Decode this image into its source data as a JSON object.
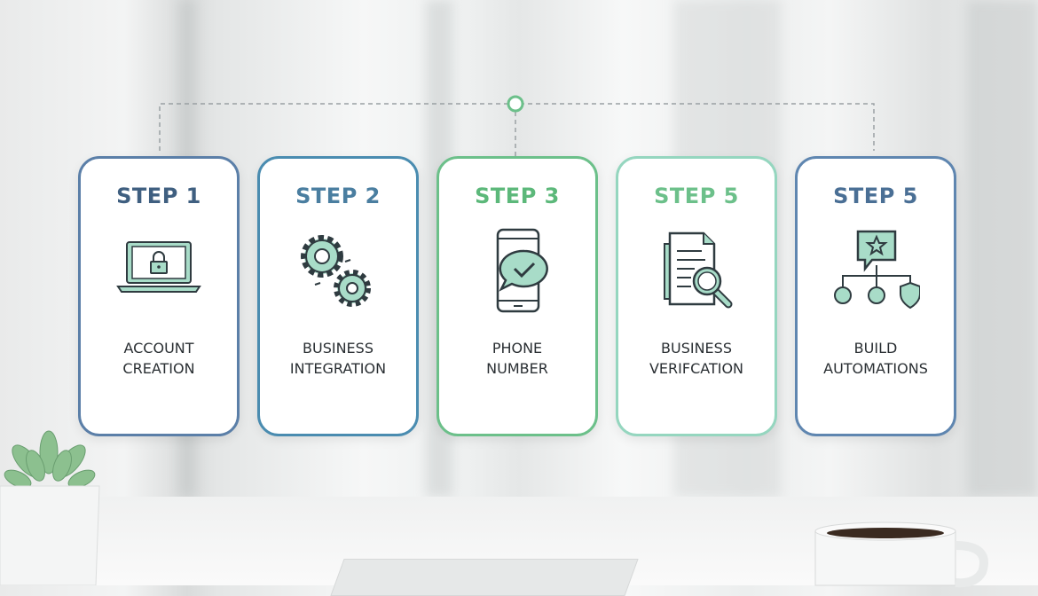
{
  "colors": {
    "teal_fill": "#a8dcc8",
    "icon_stroke": "#2f3b40"
  },
  "steps": [
    {
      "title": "STEP 1",
      "label_line1": "ACCOUNT",
      "label_line2": "CREATION",
      "icon": "laptop-lock-icon",
      "border": "#5b7fa8",
      "title_color": "#3f5f80"
    },
    {
      "title": "STEP 2",
      "label_line1": "BUSINESS",
      "label_line2": "INTEGRATION",
      "icon": "gears-icon",
      "border": "#4a8cb0",
      "title_color": "#4a7ea0"
    },
    {
      "title": "STEP 3",
      "label_line1": "PHONE",
      "label_line2": "NUMBER",
      "icon": "phone-check-icon",
      "border": "#6cc08a",
      "title_color": "#5cb87a"
    },
    {
      "title": "STEP 5",
      "label_line1": "BUSINESS",
      "label_line2": "VERIFCATION",
      "icon": "document-search-icon",
      "border": "#95d6bf",
      "title_color": "#6cc08a"
    },
    {
      "title": "STEP 5",
      "label_line1": "BUILD",
      "label_line2": "AUTOMATIONS",
      "icon": "automation-hierarchy-icon",
      "border": "#5f86b0",
      "title_color": "#4a6f95"
    }
  ]
}
